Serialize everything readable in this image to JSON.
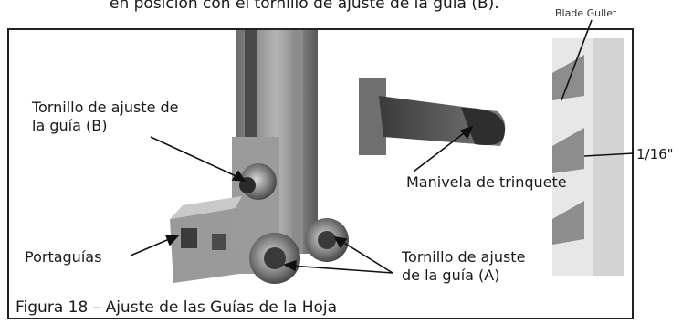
{
  "intro_text": "en posición con el tornillo de ajuste de la guía (B).",
  "labels": {
    "blade_gullet": "Blade Gullet",
    "sixteenth": "1/16\"",
    "screw_b_line1": "Tornillo de ajuste de",
    "screw_b_line2": "la guía (B)",
    "ratchet_handle": "Manivela de trinquete",
    "guide_holder": "Portaguías",
    "screw_a_line1": "Tornillo de ajuste",
    "screw_a_line2": "de la guía (A)"
  },
  "caption": "Figura 18 – Ajuste de las Guías de la Hoja"
}
